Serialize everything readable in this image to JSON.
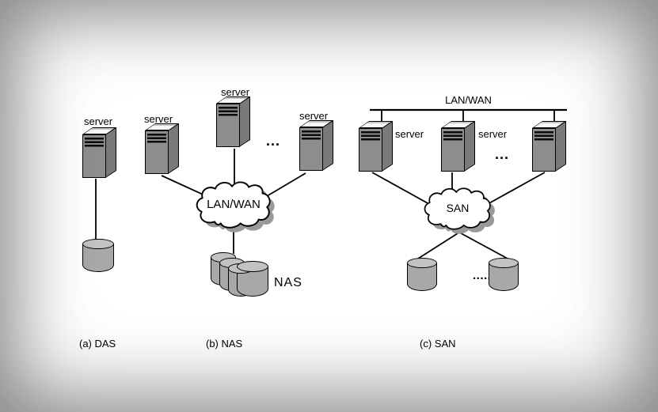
{
  "colors": {
    "background": "#ffffff",
    "vignette_edge": "#8f8f8f",
    "line": "#000000",
    "server_front": "#8e8e8e",
    "server_side": "#7a7a7a",
    "server_top": "#f8f8f8",
    "disk_body": "#a8a8a8",
    "disk_top": "#c2c2c2",
    "cloud_fill": "#ffffff",
    "cloud_shadow": "#999999",
    "text": "#000000"
  },
  "das": {
    "server_label": "server",
    "caption": "(a) DAS"
  },
  "nas": {
    "server1_label": "server",
    "server2_label": "server",
    "server3_label": "server",
    "servers_ellipsis": "...",
    "cloud_label": "LAN/WAN",
    "storage_label": "NAS",
    "caption": "(b) NAS"
  },
  "san": {
    "bus_label": "LAN/WAN",
    "server1_label": "server",
    "server2_label": "server",
    "servers_ellipsis": "...",
    "cloud_label": "SAN",
    "disks_ellipsis": "......",
    "caption": "(c) SAN"
  }
}
